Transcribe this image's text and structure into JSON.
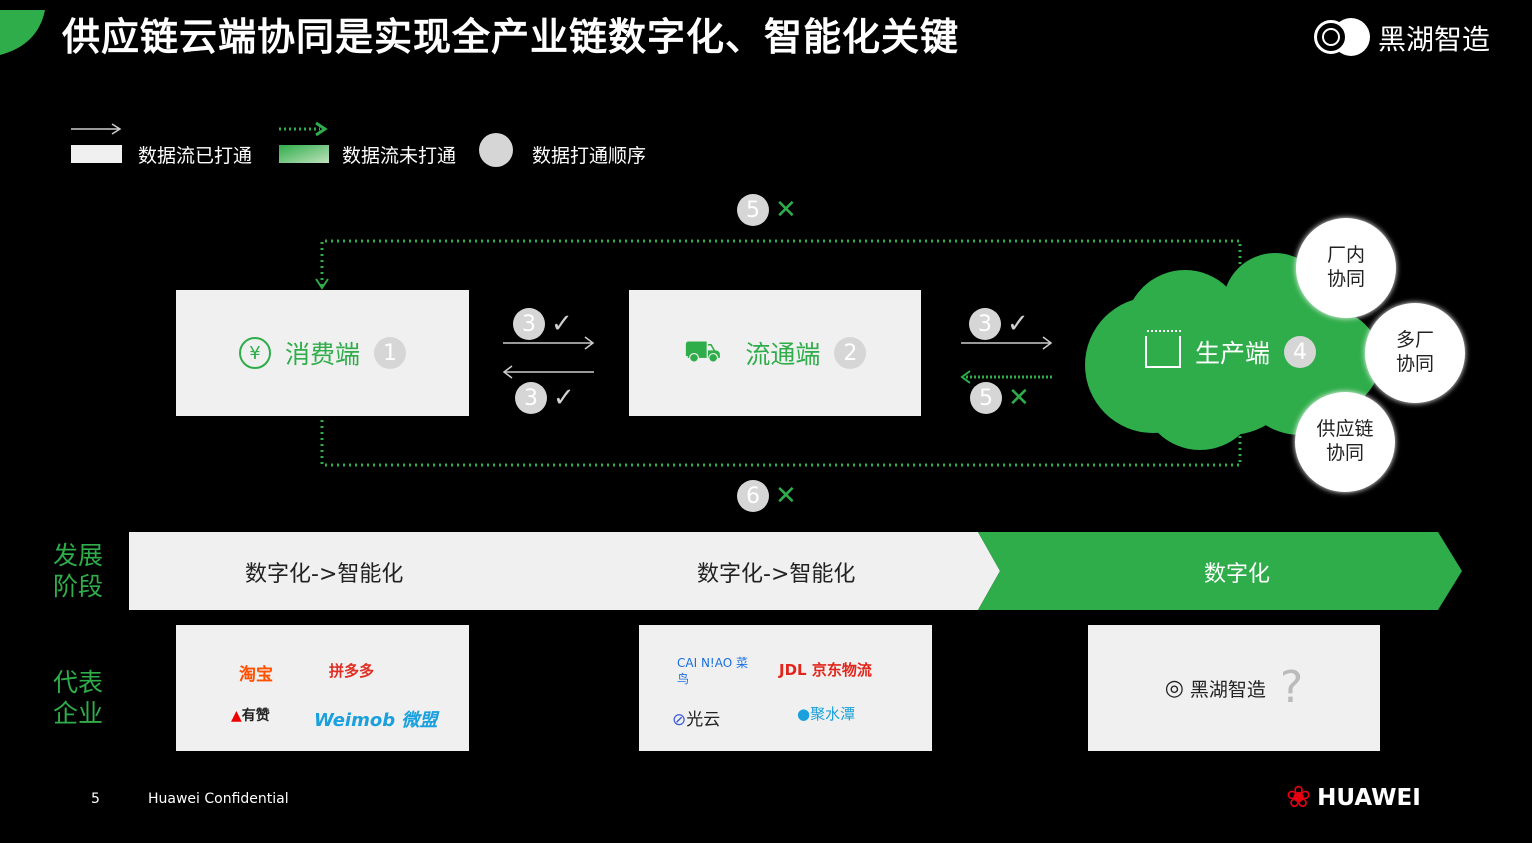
{
  "title": "供应链云端协同是实现全产业链数字化、智能化关键",
  "logo": {
    "text": "黑湖智造"
  },
  "legend": [
    {
      "label": "数据流已打通",
      "color": "#f0f0f0"
    },
    {
      "label": "数据流未打通",
      "color": "#2fad4a"
    },
    {
      "label": "数据打通顺序",
      "color": "#d6d6d6"
    }
  ],
  "nodes": {
    "consumer": {
      "label": "消费端",
      "order": "1",
      "icon": "hand-yuan-icon"
    },
    "logistics": {
      "label": "流通端",
      "order": "2",
      "icon": "truck-icon"
    },
    "production": {
      "label": "生产端",
      "order": "4",
      "icon": "factory-icon"
    }
  },
  "flows": {
    "top_loop": {
      "order": "5",
      "status": "✕"
    },
    "c_to_l": {
      "order": "3",
      "status": "✓"
    },
    "l_to_c": {
      "order": "3",
      "status": "✓"
    },
    "l_to_p": {
      "order": "3",
      "status": "✓"
    },
    "p_to_l": {
      "order": "5",
      "status": "✕"
    },
    "bottom_loop": {
      "order": "6",
      "status": "✕"
    }
  },
  "bubbles": [
    {
      "line1": "厂内",
      "line2": "协同"
    },
    {
      "line1": "多厂",
      "line2": "协同"
    },
    {
      "line1": "供应链",
      "line2": "协同"
    }
  ],
  "stage": {
    "label1": "发展",
    "label2": "阶段",
    "phases": [
      "数字化->智能化",
      "数字化->智能化",
      "数字化"
    ]
  },
  "enterprises": {
    "label1": "代表",
    "label2": "企业",
    "consumer": [
      "淘宝",
      "拼多多",
      "有赞",
      "Weimob 微盟"
    ],
    "logistics": [
      "CAI N!AO 菜鸟",
      "JDL 京东物流",
      "光云",
      "聚水潭"
    ],
    "production": [
      "黑湖智造",
      "?"
    ]
  },
  "footer": {
    "page": "5",
    "confidential": "Huawei Confidential",
    "brand": "HUAWEI"
  },
  "colors": {
    "green": "#2fad4a",
    "box": "#f0f0f0",
    "badge": "#d6d6d6"
  }
}
